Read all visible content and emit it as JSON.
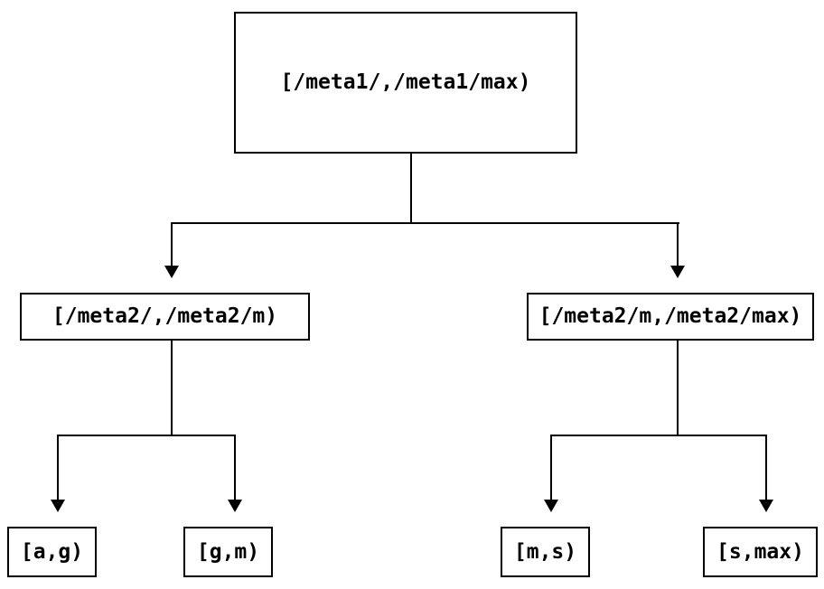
{
  "diagram": {
    "type": "binary-interval-tree",
    "background_color": "#ffffff",
    "line_color": "#000000",
    "box_border_color": "#000000",
    "text_color": "#000000",
    "nodes": {
      "root": {
        "label": "[/meta1/,/meta1/max)"
      },
      "mid_left": {
        "label": "[/meta2/,/meta2/m)"
      },
      "mid_right": {
        "label": "[/meta2/m,/meta2/max)"
      },
      "leaf_ag": {
        "label": "[a,g)"
      },
      "leaf_gm": {
        "label": "[g,m)"
      },
      "leaf_ms": {
        "label": "[m,s)"
      },
      "leaf_smax": {
        "label": "[s,max)"
      }
    },
    "edges": [
      {
        "from": "root",
        "to": "mid_left"
      },
      {
        "from": "root",
        "to": "mid_right"
      },
      {
        "from": "mid_left",
        "to": "leaf_ag"
      },
      {
        "from": "mid_left",
        "to": "leaf_gm"
      },
      {
        "from": "mid_right",
        "to": "leaf_ms"
      },
      {
        "from": "mid_right",
        "to": "leaf_smax"
      }
    ]
  }
}
